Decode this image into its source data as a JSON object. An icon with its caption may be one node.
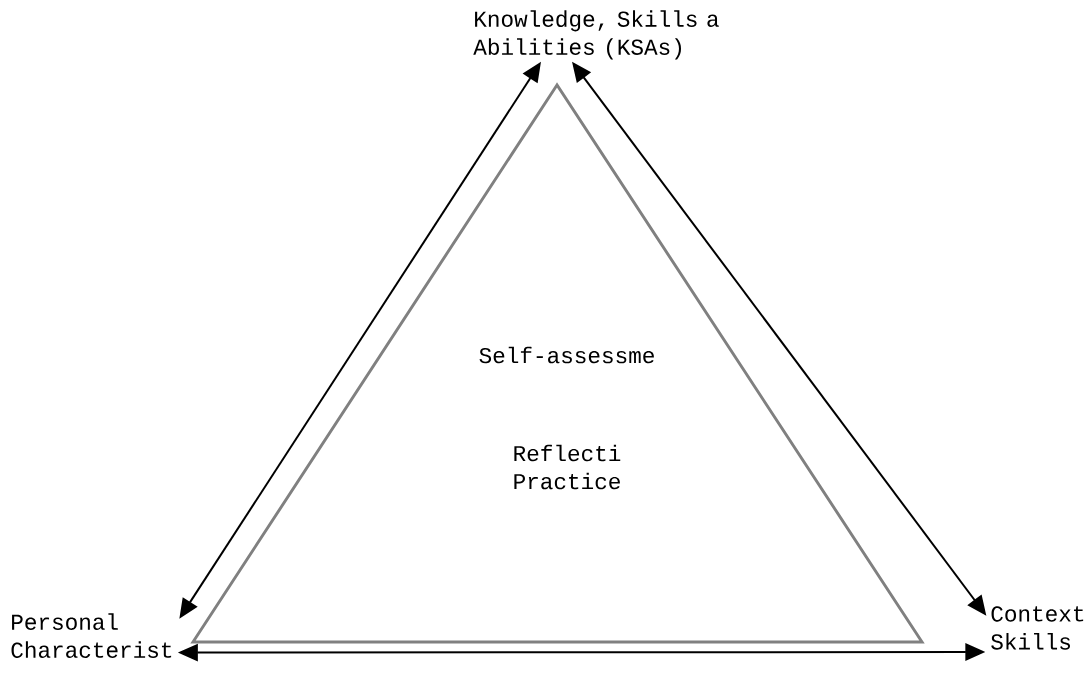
{
  "diagram": {
    "nodes": [
      {
        "text": [
          "Knowledge, Skills a Abilities (KSAs)"
        ]
      },
      {
        "text": [
          "Personal Characterist"
        ]
      },
      {
        "text": [
          "Context Skills"
        ]
      },
      {
        "text": [
          "Self-assessme",
          "Reflecti Practice"
        ]
      }
    ],
    "edges": [
      {
        "from": 0,
        "to": 1,
        "arrow": "both"
      },
      {
        "from": 0,
        "to": 2,
        "arrow": "both"
      },
      {
        "from": 1,
        "to": 2,
        "arrow": "both"
      }
    ]
  }
}
